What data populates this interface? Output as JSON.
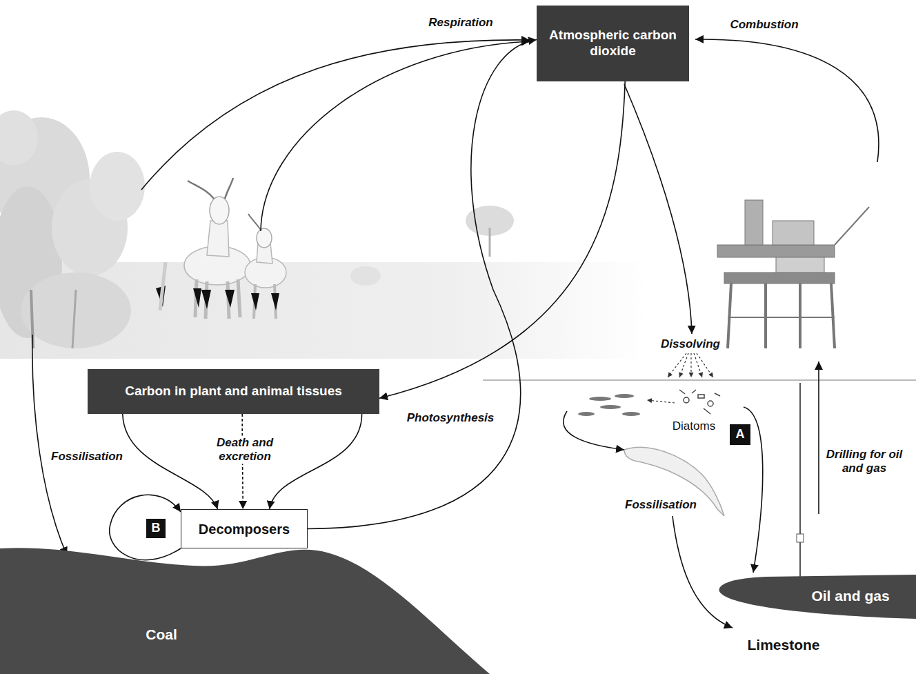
{
  "diagram": {
    "nodes": [
      {
        "text": [
          "Atmospheric carbon dioxide"
        ]
      },
      {
        "text": [
          "Carbon in plant and animal tissues"
        ]
      },
      {
        "text": [
          "A"
        ]
      },
      {
        "text": [
          "B"
        ]
      },
      {
        "text": [
          "Decomposers"
        ]
      },
      {
        "text": [
          "Coal"
        ]
      },
      {
        "text": [
          "Oil and gas"
        ]
      }
    ],
    "edges": [
      {
        "from": 0,
        "to": 1,
        "arrow": "to",
        "label": "Photosynthesis"
      },
      {
        "from": 1,
        "to": 4,
        "arrow": "to"
      },
      {
        "from": 1,
        "to": 4,
        "arrow": "to",
        "label": "Death and excretion"
      },
      {
        "from": 1,
        "to": 4,
        "arrow": "to"
      },
      {
        "from": 4,
        "to": 0,
        "arrow": "to"
      }
    ],
    "labels": [
      "Respiration",
      "Combustion",
      "Dissolving",
      "Fossilisation",
      "Diatoms",
      "Fossilisation",
      "Drilling for oil and gas",
      "Limestone"
    ]
  }
}
